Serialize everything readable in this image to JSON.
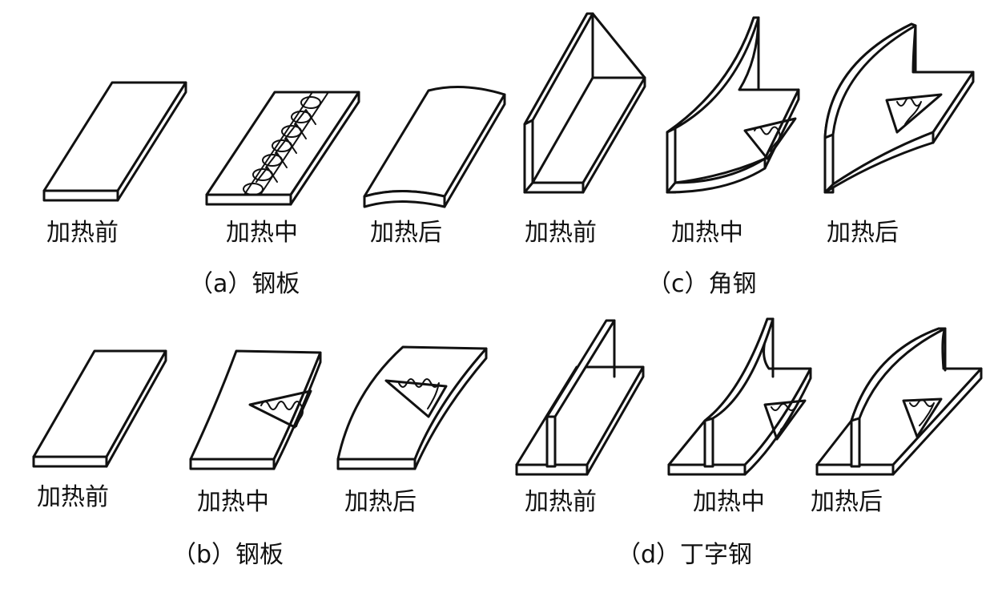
{
  "labels": {
    "before": "加热前",
    "during": "加热中",
    "after": "加热后"
  },
  "captions": {
    "a": "（a）钢板",
    "b": "（b）钢板",
    "c": "（c）角钢",
    "d": "（d）丁字钢"
  }
}
